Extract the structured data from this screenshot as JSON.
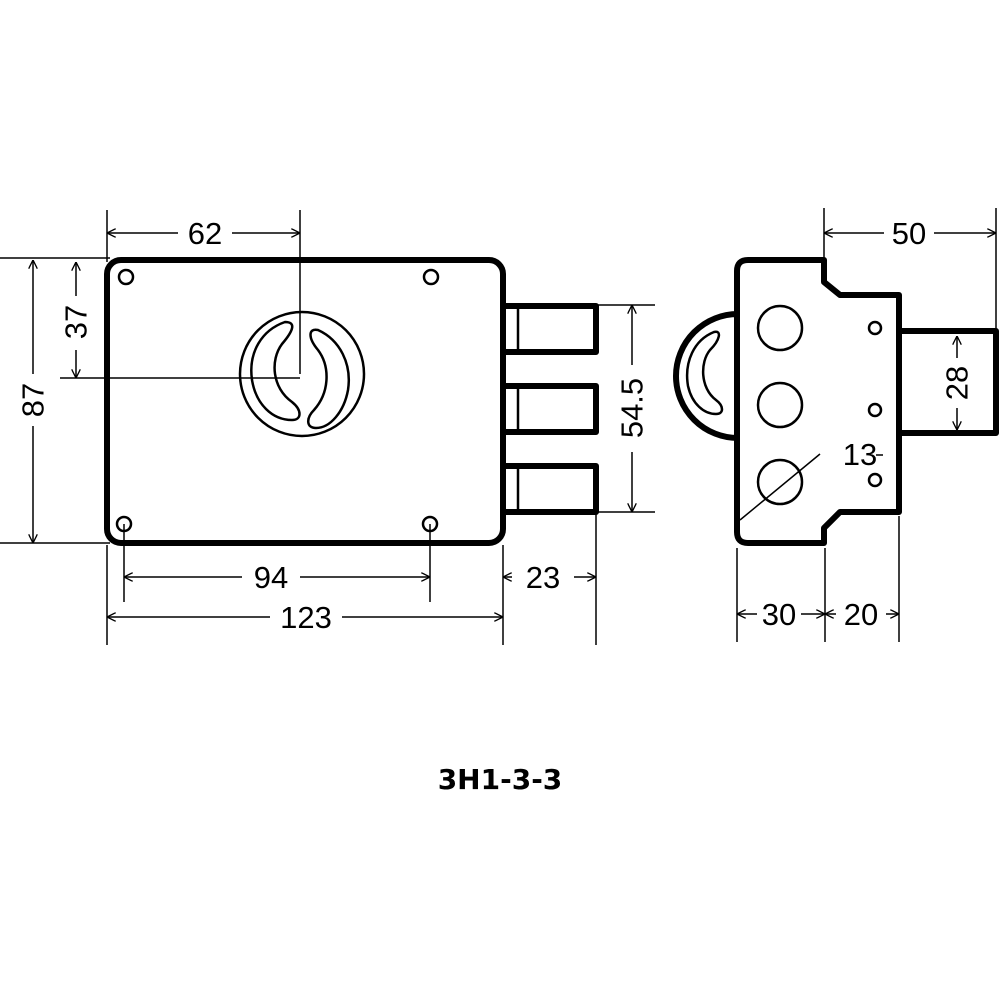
{
  "model_code": "3H1-3-3",
  "front_view": {
    "dims": {
      "keyhole_offset_x": "62",
      "keyhole_offset_y": "37",
      "body_height": "87",
      "bolt_span": "54.5",
      "screw_spacing": "94",
      "body_width": "123",
      "bolt_throw": "23"
    }
  },
  "side_view": {
    "dims": {
      "overall_depth": "50",
      "strike_height": "28",
      "hole_diameter": "13",
      "body_depth": "30",
      "flange_depth": "20"
    }
  }
}
